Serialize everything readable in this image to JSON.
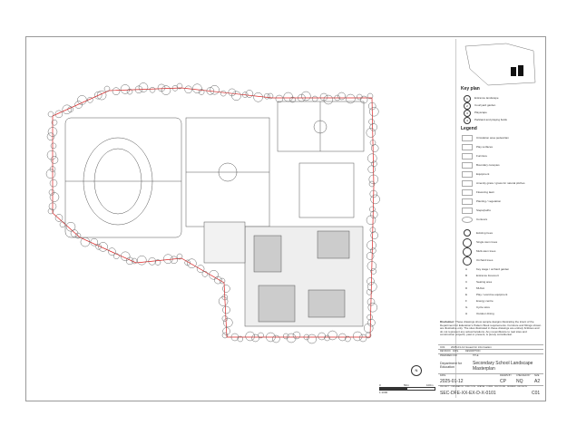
{
  "key_plan": {
    "title": "Key plan",
    "items": [
      {
        "n": "1",
        "label": "Entrance landscape"
      },
      {
        "n": "2",
        "label": "Courtyard garden"
      },
      {
        "n": "3",
        "label": "Playscape"
      },
      {
        "n": "4",
        "label": "Parkland and playing fields"
      }
    ]
  },
  "legend": {
    "title": "Legend",
    "items": [
      "Circulation area pedestrian",
      "Play surfaces",
      "Furniture",
      "Boundary canopies",
      "Equipment",
      "Amenity grass / grass for natural pitches",
      "Flowering lawn",
      "Planting / vegetation",
      "Steps/paths",
      "Contours"
    ],
    "trees": [
      "Existing trees",
      "Single stem trees",
      "Multi-stem trees",
      "Orchard trees"
    ],
    "zones": [
      {
        "k": "A",
        "label": "Key stage / orchard garden"
      },
      {
        "k": "B",
        "label": "Entrance forecourt"
      },
      {
        "k": "C",
        "label": "Seating area"
      },
      {
        "k": "D",
        "label": "MUGA"
      },
      {
        "k": "E",
        "label": "Play / exercise equipment"
      },
      {
        "k": "F",
        "label": "Energy centre"
      },
      {
        "k": "G",
        "label": "Cycle store"
      },
      {
        "k": "H",
        "label": "Outdoor dining"
      }
    ]
  },
  "title_block": {
    "disclaimer_head": "Disclaimer:",
    "disclaimer": "These drawings show sample designs illustrating the intent of the Department for Education's Pattern Book requirements. Furniture and fittings shown are illustrative only. The sites illustrated in these drawings are entirely fictitious and do not represent any actual locations. Any resemblance to real sites and construction projects, past or present, is purely coincidental.",
    "revision": {
      "rev": "C01",
      "date": "2025-01-12",
      "desc": "Issued for information"
    },
    "rev_headers": [
      "REVISION",
      "DATE",
      "DESCRIPTION"
    ],
    "prepared_for_label": "PREPARED FOR",
    "title_label": "TITLE",
    "client": "Department for Education",
    "title": "Secondary School Landscape Masterplan",
    "date_label": "DATE",
    "date": "2025-01-12",
    "drawn_label": "DRAWN BY",
    "drawn": "CP",
    "checked_label": "CHECKED BY",
    "checked": "NQ",
    "size_label": "SIZE",
    "size": "A2",
    "code_label": "PROJECT · ORIGINATOR · FUNCTION · SPATIAL · FORM · DISCIPLINE · NUMBER · REVISION",
    "code": "SEC-DFE-XX-EX-D-X-0101",
    "rev_code": "C01"
  },
  "scale": {
    "labels": [
      "0",
      "50m",
      "100m"
    ],
    "ratio": "1:1000"
  },
  "north": "N"
}
